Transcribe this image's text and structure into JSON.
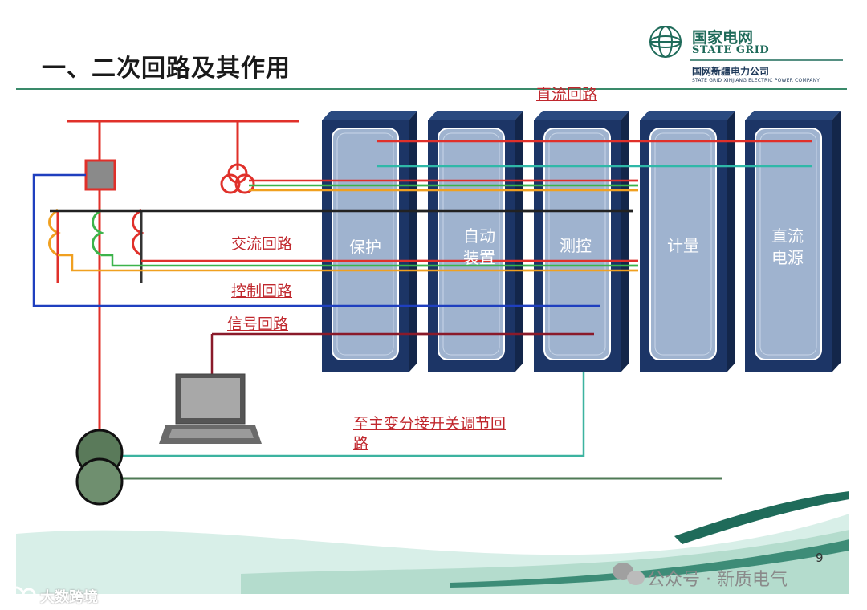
{
  "slide": {
    "title": "一、二次回路及其作用",
    "page_number": "9"
  },
  "logo": {
    "name_cn": "国家电网",
    "name_en": "STATE GRID",
    "company_cn": "国网新疆电力公司",
    "company_en": "STATE GRID XINJIANG ELECTRIC POWER COMPANY"
  },
  "labels": {
    "dc_circuit": "直流回路",
    "ac_circuit": "交流回路",
    "control_circuit": "控制回路",
    "signal_circuit": "信号回路",
    "tap_changer_line1": "至主变分接开关调节回",
    "tap_changer_line2": "路"
  },
  "cabinets": [
    {
      "line1": "保护",
      "line2": ""
    },
    {
      "line1": "自动",
      "line2": "装置"
    },
    {
      "line1": "测控",
      "line2": ""
    },
    {
      "line1": "计量",
      "line2": ""
    },
    {
      "line1": "直流",
      "line2": "电源"
    }
  ],
  "watermarks": {
    "wechat": "公众号 · 新质电气",
    "site": "大数跨境"
  },
  "colors": {
    "red": "#e0302a",
    "blue": "#1f3fbf",
    "green": "#3cb34a",
    "orange": "#f0a020",
    "teal": "#2fb8a8",
    "cabinet_frame": "#1c3566",
    "cabinet_panel": "#9fb3cf",
    "brand_green": "#1f6b5a"
  }
}
